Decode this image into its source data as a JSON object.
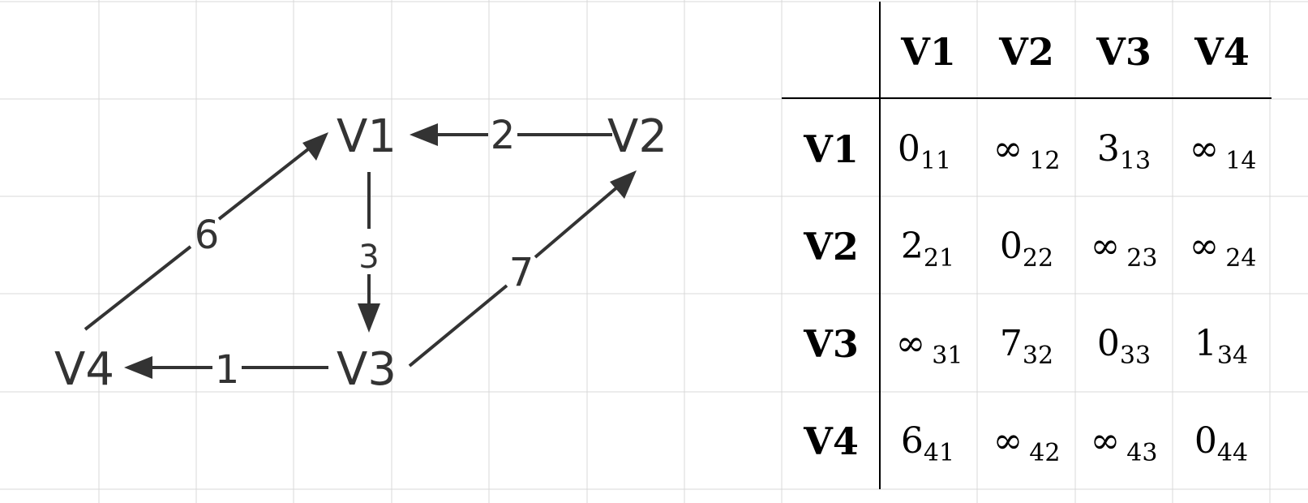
{
  "graph": {
    "nodes": [
      {
        "id": "V1",
        "label": "V1"
      },
      {
        "id": "V2",
        "label": "V2"
      },
      {
        "id": "V3",
        "label": "V3"
      },
      {
        "id": "V4",
        "label": "V4"
      }
    ],
    "edges": [
      {
        "from": "V2",
        "to": "V1",
        "weight": "2"
      },
      {
        "from": "V1",
        "to": "V3",
        "weight": "3"
      },
      {
        "from": "V3",
        "to": "V4",
        "weight": "1"
      },
      {
        "from": "V4",
        "to": "V1",
        "weight": "6"
      },
      {
        "from": "V3",
        "to": "V2",
        "weight": "7"
      }
    ]
  },
  "matrix": {
    "col_headers": [
      "V1",
      "V2",
      "V3",
      "V4"
    ],
    "row_headers": [
      "V1",
      "V2",
      "V3",
      "V4"
    ],
    "rows": [
      [
        {
          "v": "0",
          "s": "11"
        },
        {
          "v": "∞",
          "s": "12"
        },
        {
          "v": "3",
          "s": "13"
        },
        {
          "v": "∞",
          "s": "14"
        }
      ],
      [
        {
          "v": "2",
          "s": "21"
        },
        {
          "v": "0",
          "s": "22"
        },
        {
          "v": "∞",
          "s": "23"
        },
        {
          "v": "∞",
          "s": "24"
        }
      ],
      [
        {
          "v": "∞",
          "s": "31"
        },
        {
          "v": "7",
          "s": "32"
        },
        {
          "v": "0",
          "s": "33"
        },
        {
          "v": "1",
          "s": "34"
        }
      ],
      [
        {
          "v": "6",
          "s": "41"
        },
        {
          "v": "∞",
          "s": "42"
        },
        {
          "v": "∞",
          "s": "43"
        },
        {
          "v": "0",
          "s": "44"
        }
      ]
    ]
  }
}
